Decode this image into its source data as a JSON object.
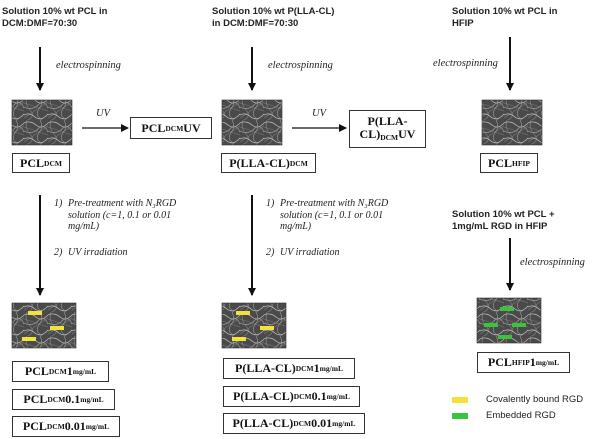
{
  "columns": {
    "left": {
      "header": "Solution 10% wt PCL in DCM:DMF=70:30",
      "process": "electrospinning",
      "uv": "UV",
      "product_uv": {
        "base": "PCL",
        "sub": "DCM",
        "suffix": "UV"
      },
      "mat_label": {
        "base": "PCL",
        "sub": "DCM",
        "suffix": ""
      },
      "steps": [
        "Pre-treatment with N₃RGD solution (c=1, 0.1 or 0.01 mg/mL)",
        "UV irradiation"
      ],
      "results": [
        {
          "base": "PCL",
          "sub": "DCM",
          "suffix": "1",
          "unit": "mg/mL"
        },
        {
          "base": "PCL",
          "sub": "DCM",
          "suffix": "0.1",
          "unit": "mg/mL"
        },
        {
          "base": "PCL",
          "sub": "DCM",
          "suffix": "0.01",
          "unit": "mg/mL"
        }
      ]
    },
    "middle": {
      "header": "Solution 10% wt P(LLA-CL) in DCM:DMF=70:30",
      "process": "electrospinning",
      "uv": "UV",
      "product_uv": {
        "line1": "P(LLA-",
        "base": "CL)",
        "sub": "DCM",
        "suffix": "UV"
      },
      "mat_label": {
        "base": "P(LLA-CL)",
        "sub": "DCM",
        "suffix": ""
      },
      "steps": [
        "Pre-treatment with N₃RGD solution (c=1, 0.1 or 0.01 mg/mL)",
        "UV irradiation"
      ],
      "results": [
        {
          "base": "P(LLA-CL)",
          "sub": "DCM",
          "suffix": "1",
          "unit": "mg/mL"
        },
        {
          "base": "P(LLA-CL)",
          "sub": "DCM",
          "suffix": "0.1",
          "unit": "mg/mL"
        },
        {
          "base": "P(LLA-CL)",
          "sub": "DCM",
          "suffix": "0.01",
          "unit": "mg/mL"
        }
      ]
    },
    "right": {
      "header": "Solution 10% wt PCL in HFIP",
      "process": "electrospinning",
      "mat_label": {
        "base": "PCL",
        "sub": "HFIP",
        "suffix": ""
      },
      "header2": "Solution 10% wt PCL + 1mg/mL RGD in HFIP",
      "process2": "electrospinning",
      "result": {
        "base": "PCL",
        "sub": "HFIP",
        "suffix": "1",
        "unit": "mg/mL"
      }
    }
  },
  "legend": [
    {
      "label": "Covalently bound RGD",
      "color": "#f2e33a"
    },
    {
      "label": "Embedded RGD",
      "color": "#39c43b"
    }
  ],
  "colors": {
    "arrow": "#111111",
    "mat_bg": "#4a4a4a",
    "fiber": "#bcbcbc"
  }
}
